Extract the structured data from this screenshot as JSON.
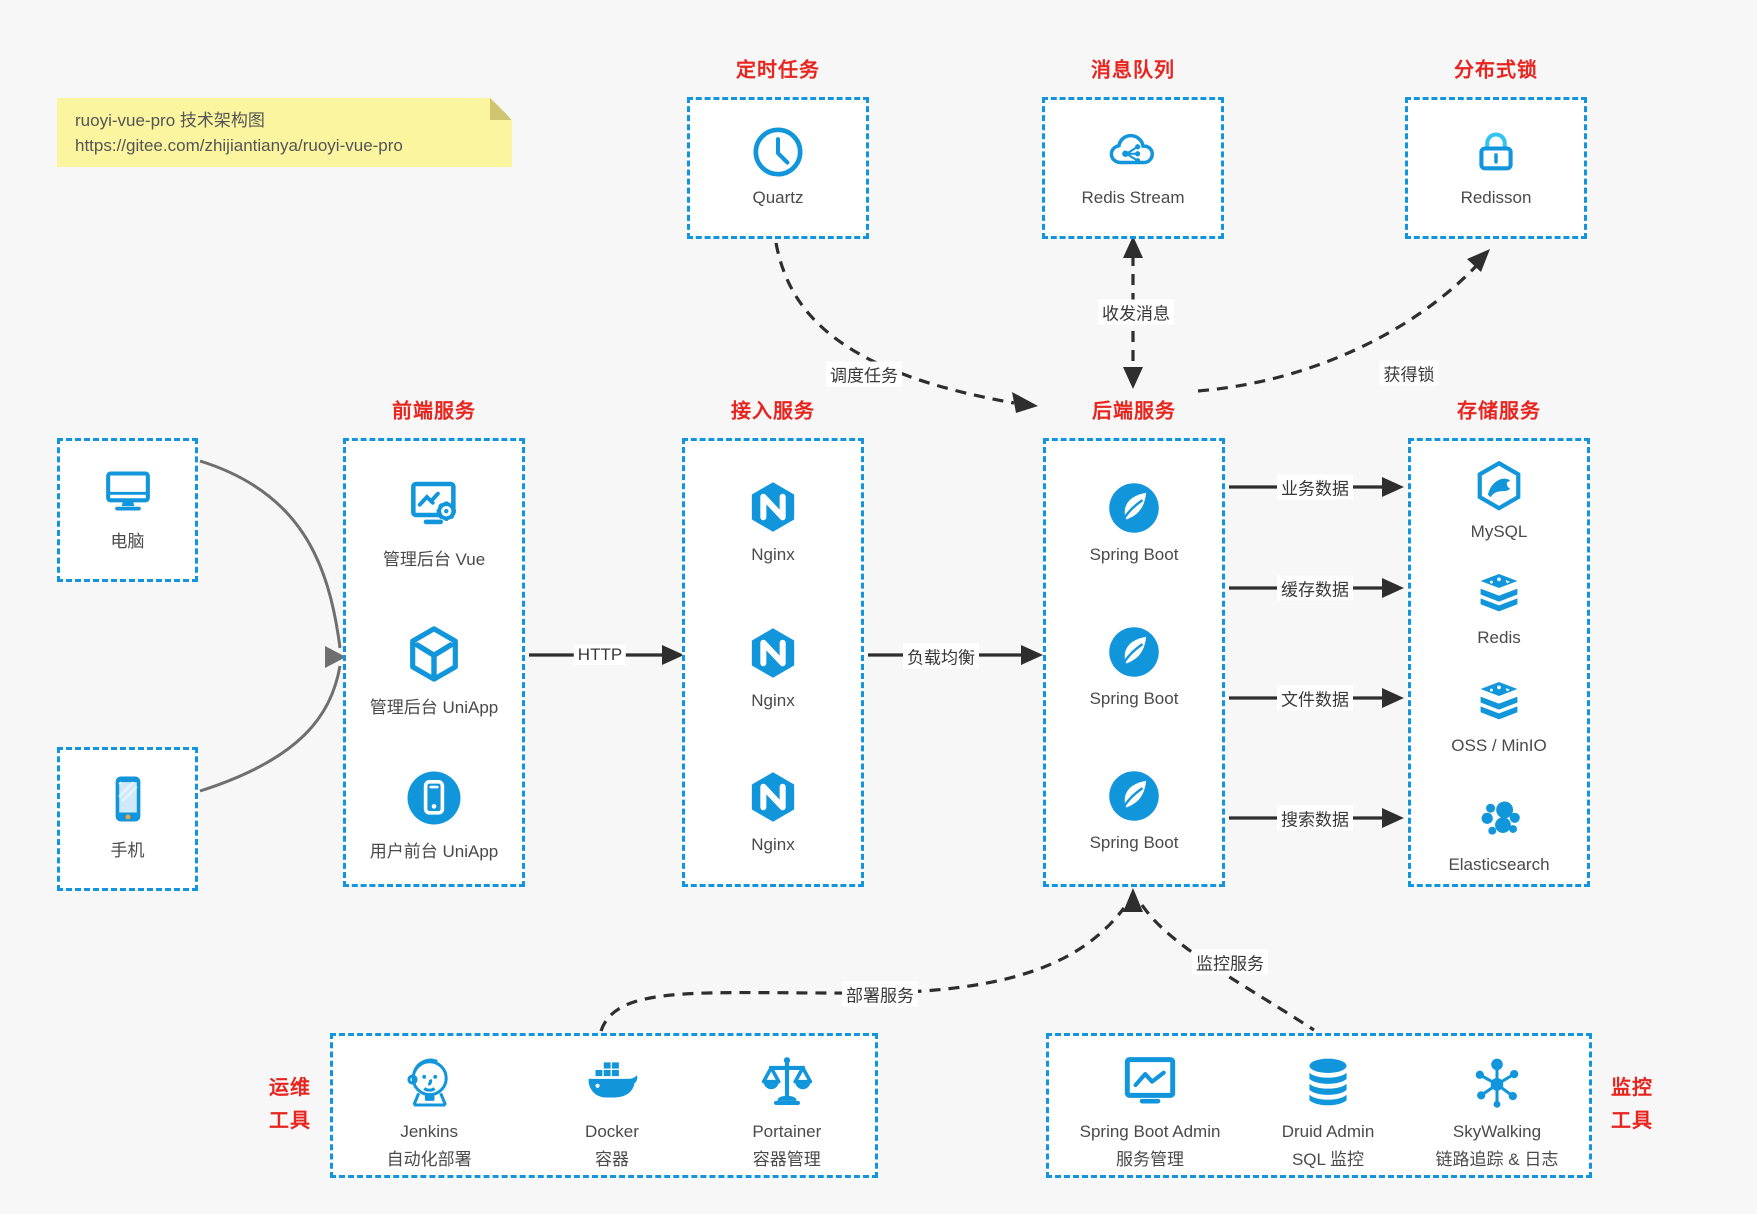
{
  "note": {
    "line1": "ruoyi-vue-pro 技术架构图",
    "line2": "https://gitee.com/zhijiantianya/ruoyi-vue-pro"
  },
  "colors": {
    "icon_blue": "#1296db",
    "border_blue": "#1195e0",
    "title_red": "#e8241f",
    "note_bg": "#fbf5a0",
    "canvas_bg": "#f7f7f8"
  },
  "top_groups": [
    {
      "title": "定时任务",
      "items": [
        {
          "icon": "clock-icon",
          "label": "Quartz"
        }
      ]
    },
    {
      "title": "消息队列",
      "items": [
        {
          "icon": "cloud-stream-icon",
          "label": "Redis Stream"
        }
      ]
    },
    {
      "title": "分布式锁",
      "items": [
        {
          "icon": "lock-icon",
          "label": "Redisson"
        }
      ]
    }
  ],
  "clients": [
    {
      "icon": "desktop-icon",
      "label": "电脑"
    },
    {
      "icon": "phone-icon",
      "label": "手机"
    }
  ],
  "columns": [
    {
      "title": "前端服务",
      "items": [
        {
          "icon": "admin-vue-icon",
          "label": "管理后台 Vue"
        },
        {
          "icon": "uniapp-cube-icon",
          "label": "管理后台 UniApp"
        },
        {
          "icon": "user-app-icon",
          "label": "用户前台 UniApp"
        }
      ]
    },
    {
      "title": "接入服务",
      "items": [
        {
          "icon": "nginx-icon",
          "label": "Nginx"
        },
        {
          "icon": "nginx-icon",
          "label": "Nginx"
        },
        {
          "icon": "nginx-icon",
          "label": "Nginx"
        }
      ]
    },
    {
      "title": "后端服务",
      "items": [
        {
          "icon": "spring-boot-icon",
          "label": "Spring Boot"
        },
        {
          "icon": "spring-boot-icon",
          "label": "Spring Boot"
        },
        {
          "icon": "spring-boot-icon",
          "label": "Spring Boot"
        }
      ]
    },
    {
      "title": "存储服务",
      "items": [
        {
          "icon": "mysql-icon",
          "label": "MySQL"
        },
        {
          "icon": "redis-stack-icon",
          "label": "Redis"
        },
        {
          "icon": "redis-stack-icon",
          "label": "OSS / MinIO"
        },
        {
          "icon": "elasticsearch-icon",
          "label": "Elasticsearch"
        }
      ]
    }
  ],
  "bottom_groups": [
    {
      "title_line1": "运维",
      "title_line2": "工具",
      "items": [
        {
          "icon": "jenkins-icon",
          "label1": "Jenkins",
          "label2": "自动化部署"
        },
        {
          "icon": "docker-icon",
          "label1": "Docker",
          "label2": "容器"
        },
        {
          "icon": "portainer-icon",
          "label1": "Portainer",
          "label2": "容器管理"
        }
      ]
    },
    {
      "title_line1": "监控",
      "title_line2": "工具",
      "items": [
        {
          "icon": "spring-boot-admin-icon",
          "label1": "Spring Boot Admin",
          "label2": "服务管理"
        },
        {
          "icon": "druid-icon",
          "label1": "Druid Admin",
          "label2": "SQL 监控"
        },
        {
          "icon": "skywalking-icon",
          "label1": "SkyWalking",
          "label2": "链路追踪 & 日志"
        }
      ]
    }
  ],
  "edges": {
    "http": "HTTP",
    "load_balance": "负载均衡",
    "schedule": "调度任务",
    "message": "收发消息",
    "lock": "获得锁",
    "biz": "业务数据",
    "cache": "缓存数据",
    "file": "文件数据",
    "search": "搜索数据",
    "deploy": "部署服务",
    "monitor": "监控服务"
  }
}
